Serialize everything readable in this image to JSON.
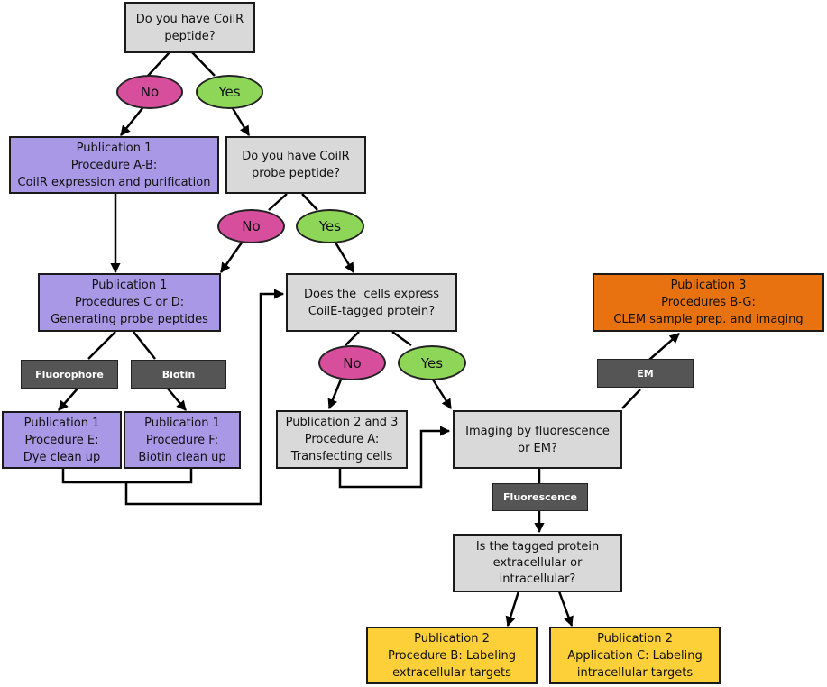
{
  "nodes": {
    "q_coilr": [
      "Do you have CoilR",
      "peptide?"
    ],
    "pub1_ab": [
      "Publication 1",
      "Procedure A-B:",
      "CoilR expression and purification"
    ],
    "q_probe": [
      "Do you have CoilR",
      "probe peptide?"
    ],
    "pub1_cd": [
      "Publication 1",
      "Procedures C or D:",
      "Generating probe peptides"
    ],
    "q_express": [
      "Does the  cells express",
      "CoilE-tagged protein?"
    ],
    "pub3_bg": [
      "Publication 3",
      "Procedures B-G:",
      "CLEM sample prep. and imaging"
    ],
    "pub1_e": [
      "Publication 1",
      "Procedure E:",
      "Dye clean up"
    ],
    "pub1_f": [
      "Publication 1",
      "Procedure F:",
      "Biotin clean up"
    ],
    "pub23_a": [
      "Publication 2 and 3",
      "Procedure A:",
      "Transfecting cells"
    ],
    "q_imaging": [
      "Imaging by fluorescence",
      "or EM?"
    ],
    "q_location": [
      "Is the tagged protein",
      "extracellular or",
      "intracellular?"
    ],
    "pub2_b": [
      "Publication 2",
      "Procedure B: Labeling",
      "extracellular targets"
    ],
    "pub2_c": [
      "Publication 2",
      "Application C: Labeling",
      "intracellular targets"
    ]
  },
  "answers": {
    "no_label": "No",
    "yes_label": "Yes"
  },
  "tags": {
    "fluorophore": "Fluorophore",
    "biotin": "Biotin",
    "em": "EM",
    "fluorescence": "Fluorescence"
  },
  "colors": {
    "question_fill": "#d9d9d9",
    "publication1_fill": "#a898e6",
    "publication3_fill": "#e8720f",
    "publication2_fill": "#fdd03a",
    "no_fill": "#d64e9c",
    "yes_fill": "#8ed658",
    "tag_fill": "#555555"
  }
}
